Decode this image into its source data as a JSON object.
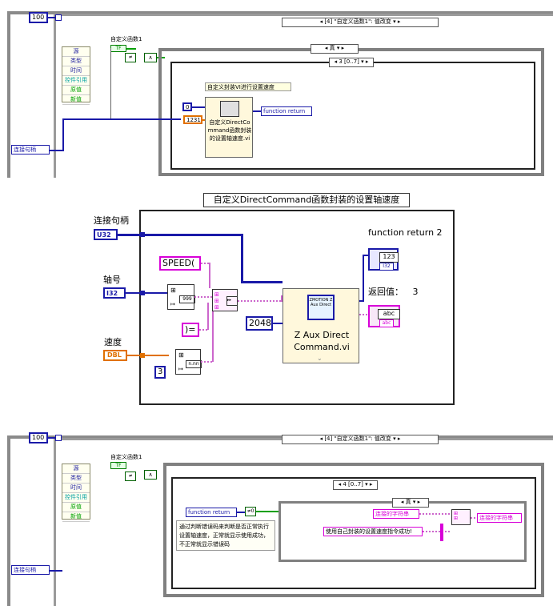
{
  "top_diagram": {
    "const_100": "100",
    "case_selector": "[4] \"自定义函数1\": 值改变",
    "custom_func_label": "自定义函数1",
    "bool_const": "TF",
    "true_selector": "真",
    "seq_selector": "3 [0..7]",
    "subvi_label": "自定义封装VI进行设置速度",
    "const_0": "0",
    "const_1231": "1231",
    "subvi_name": "自定义DirectCommand函数封装的设置轴速度.vi",
    "function_return": "function return",
    "conn_handle": "连接句柄",
    "cluster_items": [
      "源",
      "类型",
      "时间",
      "控件引用",
      "原值",
      "新值"
    ]
  },
  "middle_diagram": {
    "title": "自定义DirectCommand函数封装的设置轴速度",
    "conn_handle_label": "连接句柄",
    "conn_handle_type": "U32",
    "axis_label": "轴号",
    "axis_type": "I32",
    "speed_label": "速度",
    "speed_type": "DBL",
    "speed_str": "SPEED(",
    "close_str": ")=",
    "const_3": "3",
    "const_2048": "2048",
    "format_999": "999",
    "format_nnn": "n.nn",
    "zaux_name": "Z Aux Direct Command.vi",
    "zaux_icon_text": "ZMOTION Z Aux Direct",
    "fn_return_label": "function return 2",
    "fn_return_value": "123",
    "fn_return_type": "I32",
    "ret_label": "返回值：",
    "ret_index": "3",
    "ret_value": "abc"
  },
  "bottom_diagram": {
    "const_100": "100",
    "case_selector": "[4] \"自定义函数1\": 值改变",
    "custom_func_label": "自定义函数1",
    "bool_const": "TF",
    "seq_selector": "4 [0..7]",
    "inner_case": "真",
    "function_return": "function return",
    "note_text": "通过判断错误码来判断是否正常执行设置轴速度，正常就显示使用成功，不正常就显示错误码",
    "conn_string": "连接的字符串",
    "success_msg": "使用自己封装的设置速度指令成功!",
    "conn_string_out": "连接的字符串",
    "conn_handle": "连接句柄",
    "cluster_items": [
      "源",
      "类型",
      "时间",
      "控件引用",
      "原值",
      "新值"
    ]
  }
}
